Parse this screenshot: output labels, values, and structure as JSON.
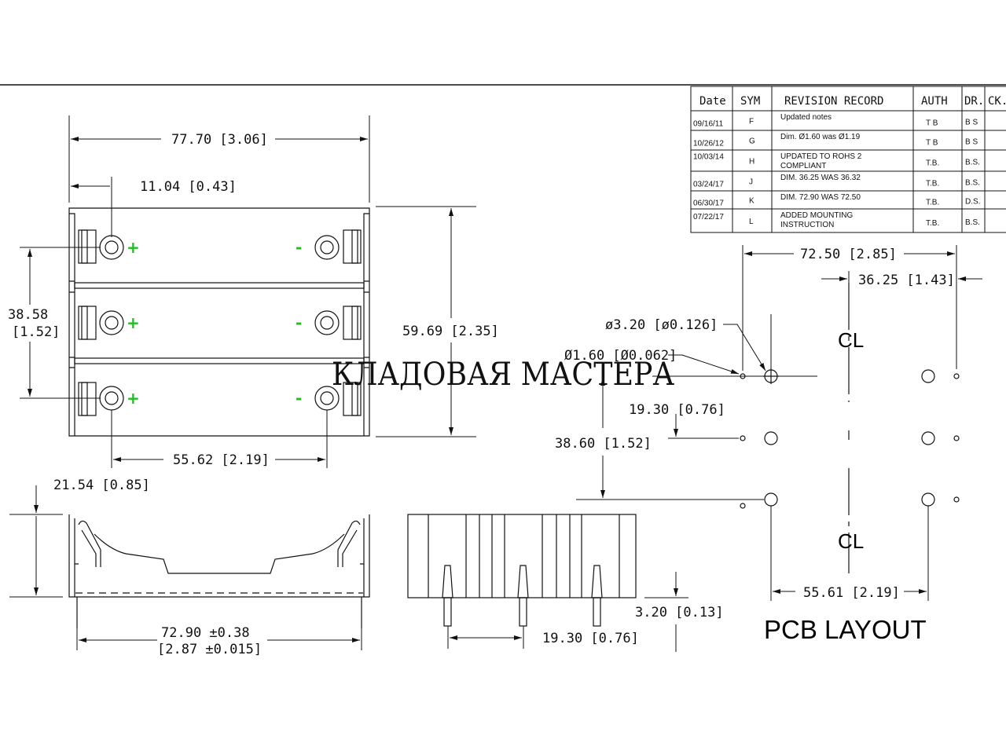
{
  "colors": {
    "line": "#111111",
    "polarity": "#22bb22",
    "background": "#ffffff"
  },
  "revision_table": {
    "headers": [
      "Date",
      "SYM",
      "REVISION RECORD",
      "AUTH",
      "DR.",
      "CK."
    ],
    "rows": [
      {
        "date": "09/16/11",
        "sym": "F",
        "record": [
          "Updated notes"
        ],
        "auth": "T B",
        "dr": "B S"
      },
      {
        "date": "10/26/12",
        "sym": "G",
        "record": [
          "Dim. Ø1.60 was Ø1.19"
        ],
        "auth": "T B",
        "dr": "B S"
      },
      {
        "date": "10/03/14",
        "sym": "H",
        "record": [
          "UPDATED TO ROHS 2",
          "COMPLIANT"
        ],
        "auth": "T.B.",
        "dr": "B.S."
      },
      {
        "date": "03/24/17",
        "sym": "J",
        "record": [
          "DIM. 36.25 WAS 36.32"
        ],
        "auth": "T.B.",
        "dr": "B.S."
      },
      {
        "date": "06/30/17",
        "sym": "K",
        "record": [
          "DIM. 72.90 WAS 72.50"
        ],
        "auth": "T.B.",
        "dr": "D.S."
      },
      {
        "date": "07/22/17",
        "sym": "L",
        "record": [
          "ADDED MOUNTING",
          "INSTRUCTION"
        ],
        "auth": "T.B.",
        "dr": "B.S."
      }
    ]
  },
  "top_view": {
    "overall_width": "77.70  [3.06]",
    "contact_offset": "11.04  [0.43]",
    "height": "59.69  [2.35]",
    "spacing_line1": "38.58",
    "spacing_line2": "[1.52]",
    "contact_span": "55.62  [2.19]",
    "polarity_plus": "+",
    "polarity_minus": "-"
  },
  "side_view": {
    "height": "21.54  [0.85]",
    "length_line1": "72.90  ±0.38",
    "length_line2": "[2.87  ±0.015]"
  },
  "end_view": {
    "pin_length": "3.20  [0.13]",
    "pin_pitch": "19.30  [0.76]"
  },
  "pcb_layout": {
    "title": "PCB LAYOUT",
    "hole_large": "ø3.20  [ø0.126]",
    "hole_small": "Ø1.60  [Ø0.062]",
    "width": "72.50  [2.85]",
    "half_width": "36.25  [1.43]",
    "pitch": "19.30  [0.76]",
    "row_span": "38.60  [1.52]",
    "pad_span": "55.61  [2.19]",
    "centerline_symbol": "CL"
  },
  "watermark": "КЛАДОВАЯ МАСТЕРА"
}
